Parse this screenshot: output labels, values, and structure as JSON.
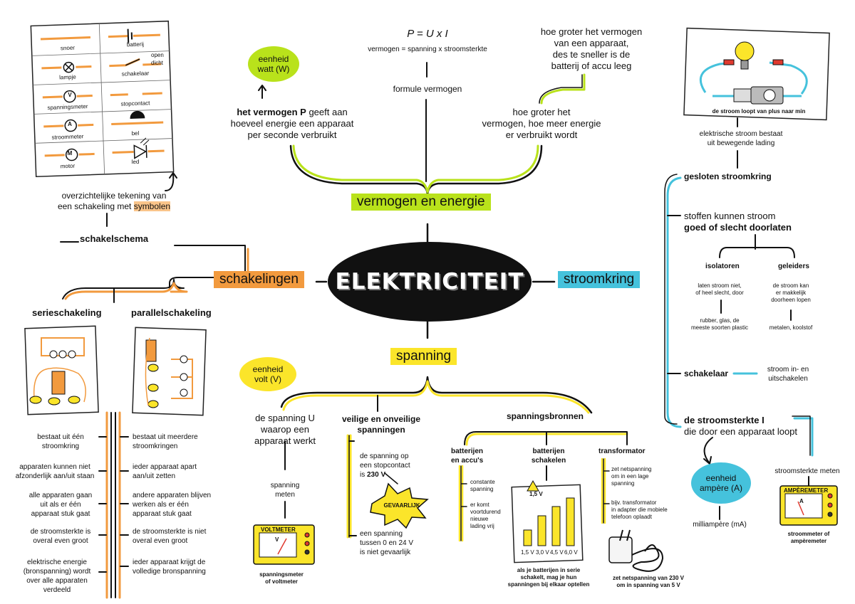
{
  "title": "ELEKTRICITEIT",
  "colors": {
    "green": "#b9e21b",
    "orange": "#f29a3e",
    "blue": "#45c2dc",
    "yellow": "#fbe52a",
    "dark": "#111111"
  },
  "vermogen": {
    "heading": "vermogen en energie",
    "unit_bubble": "eenheid\nwatt (W)",
    "definition_bold": "het vermogen P",
    "definition_rest": " geeft aan\nhoeveel energie een apparaat\nper seconde verbruikt",
    "formula": "P = U x I",
    "formula_words": "vermogen = spanning x stroomsterkte",
    "formula_label": "formule vermogen",
    "higher_faster": "hoe groter het vermogen\nvan een apparaat,\ndes te sneller is de\nbatterij of accu leeg",
    "higher_more": "hoe groter het\nvermogen, hoe meer energie\ner verbruikt wordt"
  },
  "symbols": {
    "items": [
      {
        "label": "snoer",
        "icon": "wire-icon"
      },
      {
        "label": "batterij",
        "icon": "battery-icon"
      },
      {
        "label": "lampje",
        "icon": "lamp-icon"
      },
      {
        "label": "schakelaar",
        "icon": "switch-icon"
      },
      {
        "label": "spanningsmeter",
        "icon": "voltmeter-icon"
      },
      {
        "label": "stopcontact",
        "icon": "socket-icon"
      },
      {
        "label": "stroommeter",
        "icon": "ammeter-icon"
      },
      {
        "label": "bel",
        "icon": "bell-icon"
      },
      {
        "label": "motor",
        "icon": "motor-icon"
      },
      {
        "label": "led",
        "icon": "led-icon"
      }
    ],
    "switch_open": "open",
    "switch_closed": "dicht",
    "voltmeter_letter": "V",
    "ammeter_letter": "A",
    "motor_letter": "M"
  },
  "schakelingen": {
    "heading": "schakelingen",
    "drawing_text_1": "overzichtelijke tekening van\neen schakeling met ",
    "drawing_text_2": "symbolen",
    "schema": "schakelschema",
    "serie": "serieschakeling",
    "parallel": "parallelschakeling",
    "serie_points": [
      "bestaat uit één\nstroomkring",
      "apparaten kunnen niet\nafzonderlijk aan/uit staan",
      "alle apparaten gaan\nuit als er één\napparaat stuk gaat",
      "de stroomsterkte is\noveral even groot",
      "elektrische energie\n(bronspanning) wordt\nover alle apparaten\nverdeeld"
    ],
    "parallel_points": [
      "bestaat uit meerdere\nstroomkringen",
      "ieder apparaat apart\naan/uit zetten",
      "andere apparaten blijven\nwerken als er één\napparaat stuk gaat",
      "de stroomsterkte is niet\noveral even groot",
      "ieder apparaat krijgt de\nvolledige bronspanning"
    ]
  },
  "stroomkring": {
    "heading": "stroomkring",
    "picture_caption": "de stroom loopt van plus naar min",
    "lading": "elektrische stroom bestaat\nuit bewegende lading",
    "gesloten": "gesloten stroomkring",
    "stoffen_1": "stoffen kunnen stroom",
    "stoffen_2": "goed of slecht doorlaten",
    "isolatoren": "isolatoren",
    "isolatoren_desc": "laten stroom niet,\nof heel slecht, door",
    "isolatoren_ex": "rubber, glas, de\nmeeste soorten plastic",
    "geleiders": "geleiders",
    "geleiders_desc": "de stroom kan\ner makkelijk\ndoorheen lopen",
    "geleiders_ex": "metalen, koolstof",
    "schakelaar": "schakelaar",
    "schakelaar_desc": "stroom in- en\nuitschakelen",
    "stroomsterkte_1": "de stroomsterkte I",
    "stroomsterkte_2": "die door een apparaat loopt",
    "unit_bubble": "eenheid\nampère (A)",
    "milli": "milliampère (mA)",
    "meten": "stroomsterkte meten",
    "meter_caption": "stroommeter of\nampèremeter",
    "meter_label": "AMPÈREMETER",
    "meter_letter": "A"
  },
  "spanning": {
    "heading": "spanning",
    "unit_bubble": "eenheid\nvolt (V)",
    "definition": "de spanning U\nwaarop een\napparaat werkt",
    "meten": "spanning\nmeten",
    "meter_caption": "spanningsmeter\nof voltmeter",
    "meter_label": "VOLTMETER",
    "meter_letter": "V",
    "veilig": "veilige en onveilige\nspanningen",
    "stopcontact_1": "de spanning op\neen stopcontact\nis ",
    "stopcontact_2": "230 V",
    "gevaarlijk": "GEVAARLIJK",
    "veilig_range": "een spanning\ntussen 0 en 24 V\nis niet gevaarlijk",
    "bronnen": "spanningsbronnen",
    "batterijen": "batterijen\nen accu's",
    "batt_1": "constante\nspanning",
    "batt_2": "er komt\nvoortdurend\nnieuwe\nlading vrij",
    "schakelen": "batterijen\nschakelen",
    "schakelen_caption": "als je batterijen in serie\nschakelt, mag je hun\nspanningen bij elkaar optellen",
    "battery_voltages": [
      "1,5 V",
      "3,0 V",
      "4,5 V",
      "6,0 V"
    ],
    "warning_value": "1,5 V",
    "transformator": "transformator",
    "trafo_1": "zet netspanning\nom in een lage\nspanning",
    "trafo_2": "bijv. transformator\nin adapter die mobiele\ntelefoon oplaadt",
    "trafo_caption": "zet netspanning van 230 V\nom in spanning van 5 V"
  }
}
